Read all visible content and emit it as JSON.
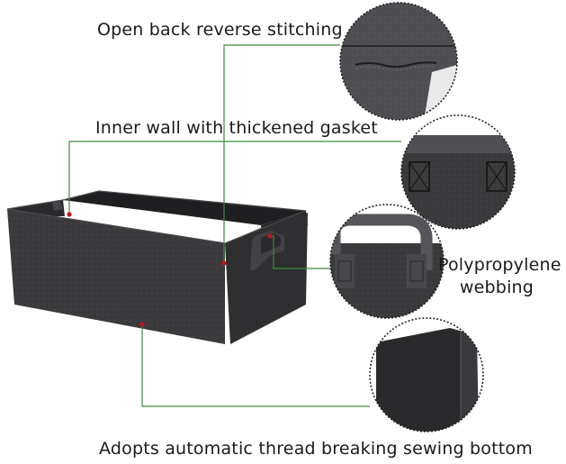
{
  "callouts": {
    "stitching": "Open back reverse stitching",
    "gasket": "Inner wall with thickened gasket",
    "webbing_line1": "Polypropylene",
    "webbing_line2": "webbing",
    "bottom": "Adopts automatic thread breaking sewing bottom"
  },
  "colors": {
    "felt_dark": "#2e2e30",
    "felt_mid": "#3c3c3e",
    "felt_light": "#56565a",
    "leader_line": "#3d8a3d",
    "marker_dot": "#c0141c",
    "circle_border": "#1c1c1c"
  }
}
